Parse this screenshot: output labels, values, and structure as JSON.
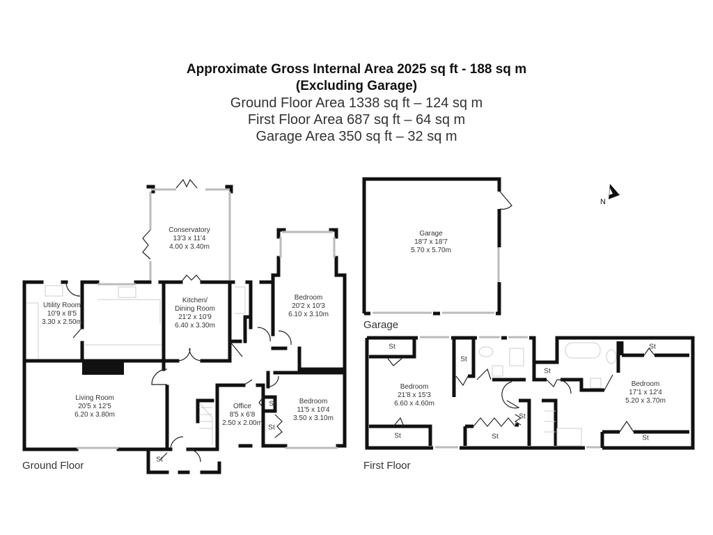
{
  "header": {
    "line1": "Approximate Gross Internal Area 2025 sq ft - 188 sq m",
    "line2": "(Excluding Garage)",
    "line3": "Ground Floor Area 1338 sq ft – 124 sq m",
    "line4": "First Floor Area 687 sq ft – 64 sq m",
    "line5": "Garage Area 350 sq ft – 32 sq m"
  },
  "compass": {
    "label": "N",
    "icon": "north-arrow-icon"
  },
  "floors": {
    "ground": {
      "title": "Ground Floor",
      "rooms": [
        {
          "name": "Conservatory",
          "imperial": "13'3 x 11'4",
          "metric": "4.00 x 3.40m"
        },
        {
          "name": "Utility Room",
          "imperial": "10'9 x 8'5",
          "metric": "3.30 x 2.50m"
        },
        {
          "name": "Kitchen/\nDining Room",
          "name_l1": "Kitchen/",
          "name_l2": "Dining Room",
          "imperial": "21'2 x 10'9",
          "metric": "6.40 x 3.30m"
        },
        {
          "name": "Bedroom",
          "imperial": "20'2 x 10'3",
          "metric": "6.10 x 3.10m"
        },
        {
          "name": "Living Room",
          "imperial": "20'5 x 12'5",
          "metric": "6.20 x 3.80m"
        },
        {
          "name": "Office",
          "imperial": "8'5 x 6'8",
          "metric": "2.50 x 2.00m"
        },
        {
          "name": "Bedroom",
          "imperial": "11'5 x 10'4",
          "metric": "3.50 x 3.10m"
        }
      ],
      "storage": [
        "St",
        "St",
        "St"
      ]
    },
    "garage": {
      "title": "Garage",
      "rooms": [
        {
          "name": "Garage",
          "imperial": "18'7 x 18'7",
          "metric": "5.70 x 5.70m"
        }
      ]
    },
    "first": {
      "title": "First Floor",
      "rooms": [
        {
          "name": "Bedroom",
          "imperial": "21'8 x 15'3",
          "metric": "6.60 x 4.60m"
        },
        {
          "name": "Bedroom",
          "imperial": "17'1 x 12'4",
          "metric": "5.20 x 3.70m"
        }
      ],
      "storage": [
        "St",
        "St",
        "St",
        "St",
        "St",
        "St",
        "St",
        "St"
      ]
    }
  }
}
